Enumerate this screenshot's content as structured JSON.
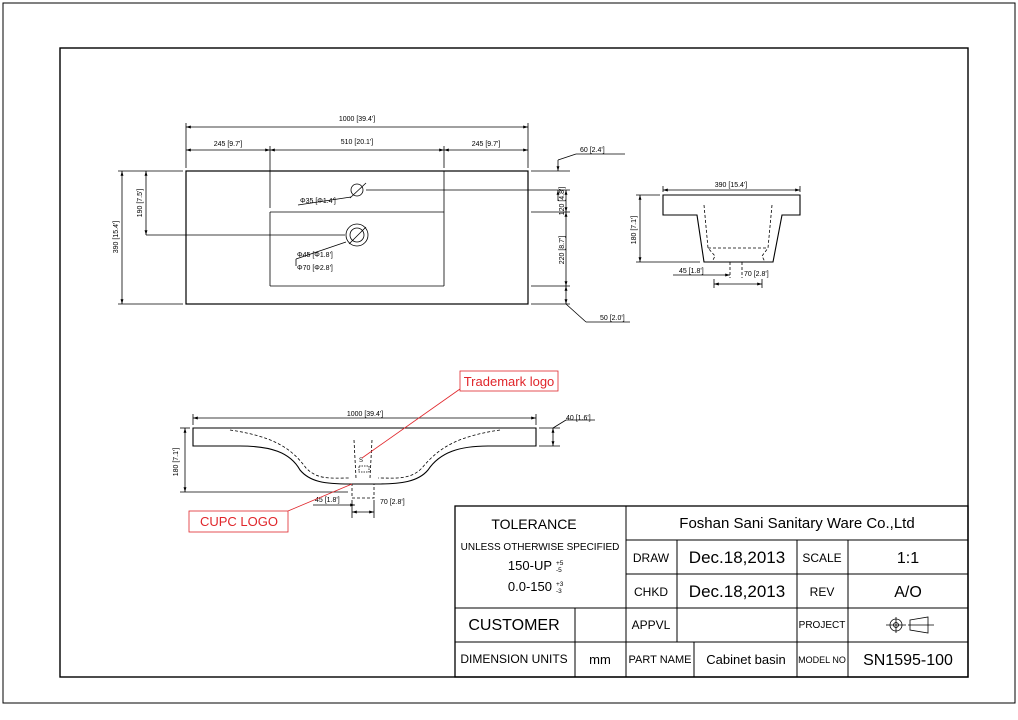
{
  "views": {
    "top": {
      "overall_width": "1000 [39.4']",
      "left_segment": "245 [9.7']",
      "middle_segment": "510 [20.1']",
      "right_segment": "245 [9.7']",
      "depth": "390 [15.4']",
      "hole_offset": "190 [7.5']",
      "right_edge_60": "60 [2.4']",
      "right_120": "120 [4.8']",
      "right_220": "220 [8.7']",
      "right_50": "50 [2.0']",
      "hole_small": "Φ35 [Φ1.4']",
      "hole_drain": "Φ45 [Φ1.8']",
      "hole_outer": "Φ70 [Φ2.8']"
    },
    "side": {
      "width": "390 [15.4']",
      "height": "180 [7.1']",
      "drain_45": "45 [1.8']",
      "drain_70": "70 [2.8']"
    },
    "front": {
      "overall_width": "1000 [39.4']",
      "thickness": "40 [1.6']",
      "height": "180 [7.1']",
      "drain_45": "45 [1.8']",
      "drain_70": "70 [2.8']"
    }
  },
  "callouts": {
    "trademark": "Trademark logo",
    "cupc": "CUPC LOGO",
    "color": "#e0262b"
  },
  "title_block": {
    "tolerance_title": "TOLERANCE",
    "tolerance_note": "UNLESS OTHERWISE SPECIFIED",
    "tol1_range": "150-UP",
    "tol1_plus": "+5",
    "tol1_minus": "-5",
    "tol2_range": "0.0-150",
    "tol2_plus": "+3",
    "tol2_minus": "-3",
    "company": "Foshan Sani Sanitary Ware Co.,Ltd",
    "draw_label": "DRAW",
    "draw_date": "Dec.18,2013",
    "scale_label": "SCALE",
    "scale_value": "1:1",
    "chkd_label": "CHKD",
    "chkd_date": "Dec.18,2013",
    "rev_label": "REV",
    "rev_value": "A/O",
    "customer_label": "CUSTOMER",
    "appvl_label": "APPVL",
    "project_label": "PROJECT",
    "units_label": "DIMENSION UNITS",
    "units_value": "mm",
    "part_label": "PART NAME",
    "part_value": "Cabinet basin",
    "model_label": "MODEL NO",
    "model_value": "SN1595-100"
  }
}
